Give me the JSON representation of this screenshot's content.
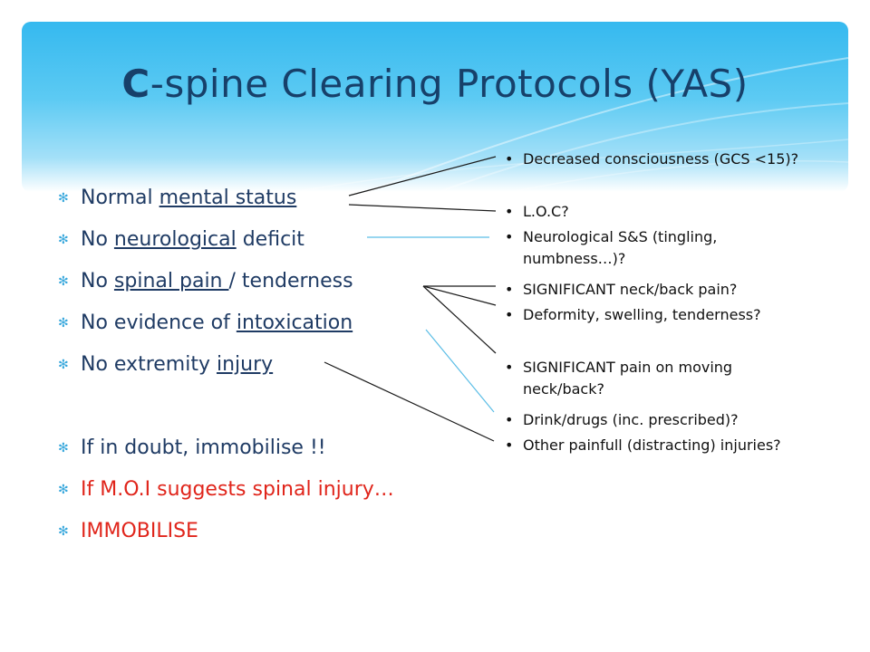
{
  "title": {
    "first": "C",
    "rest": "-spine Clearing Protocols (YAS)"
  },
  "criteria": [
    {
      "prefix": "Normal ",
      "underlined": "mental status",
      "suffix": ""
    },
    {
      "prefix": "No ",
      "underlined": "neurological",
      "suffix": " deficit"
    },
    {
      "prefix": "No ",
      "underlined": "spinal pain ",
      "suffix": "/ tenderness"
    },
    {
      "prefix": "No evidence of ",
      "underlined": "intoxication",
      "suffix": ""
    },
    {
      "prefix": "No extremity ",
      "underlined": "injury",
      "suffix": ""
    }
  ],
  "advice": [
    {
      "text": "If in doubt, immobilise !!"
    },
    {
      "text": "If M.O.I suggests spinal injury…"
    },
    {
      "text": "IMMOBILISE"
    }
  ],
  "questions": [
    {
      "text": "Decreased consciousness (GCS <15)?"
    },
    {
      "text": "L.O.C?"
    },
    {
      "text": "Neurological S&S (tingling, numbness…)?"
    },
    {
      "text": "SIGNIFICANT neck/back pain?"
    },
    {
      "text": "Deformity, swelling, tenderness?"
    },
    {
      "text": "SIGNIFICANT pain on moving neck/back?"
    },
    {
      "text": "Drink/drugs (inc. prescribed)?"
    },
    {
      "text": "Other painfull (distracting) injuries?"
    }
  ],
  "colors": {
    "title": "#17406a",
    "body": "#1f3b64",
    "emphasis": "#e0251b",
    "banner": "#35b9ef",
    "connector_dark": "#1a1a1a",
    "connector_blue": "#5bbde6"
  }
}
